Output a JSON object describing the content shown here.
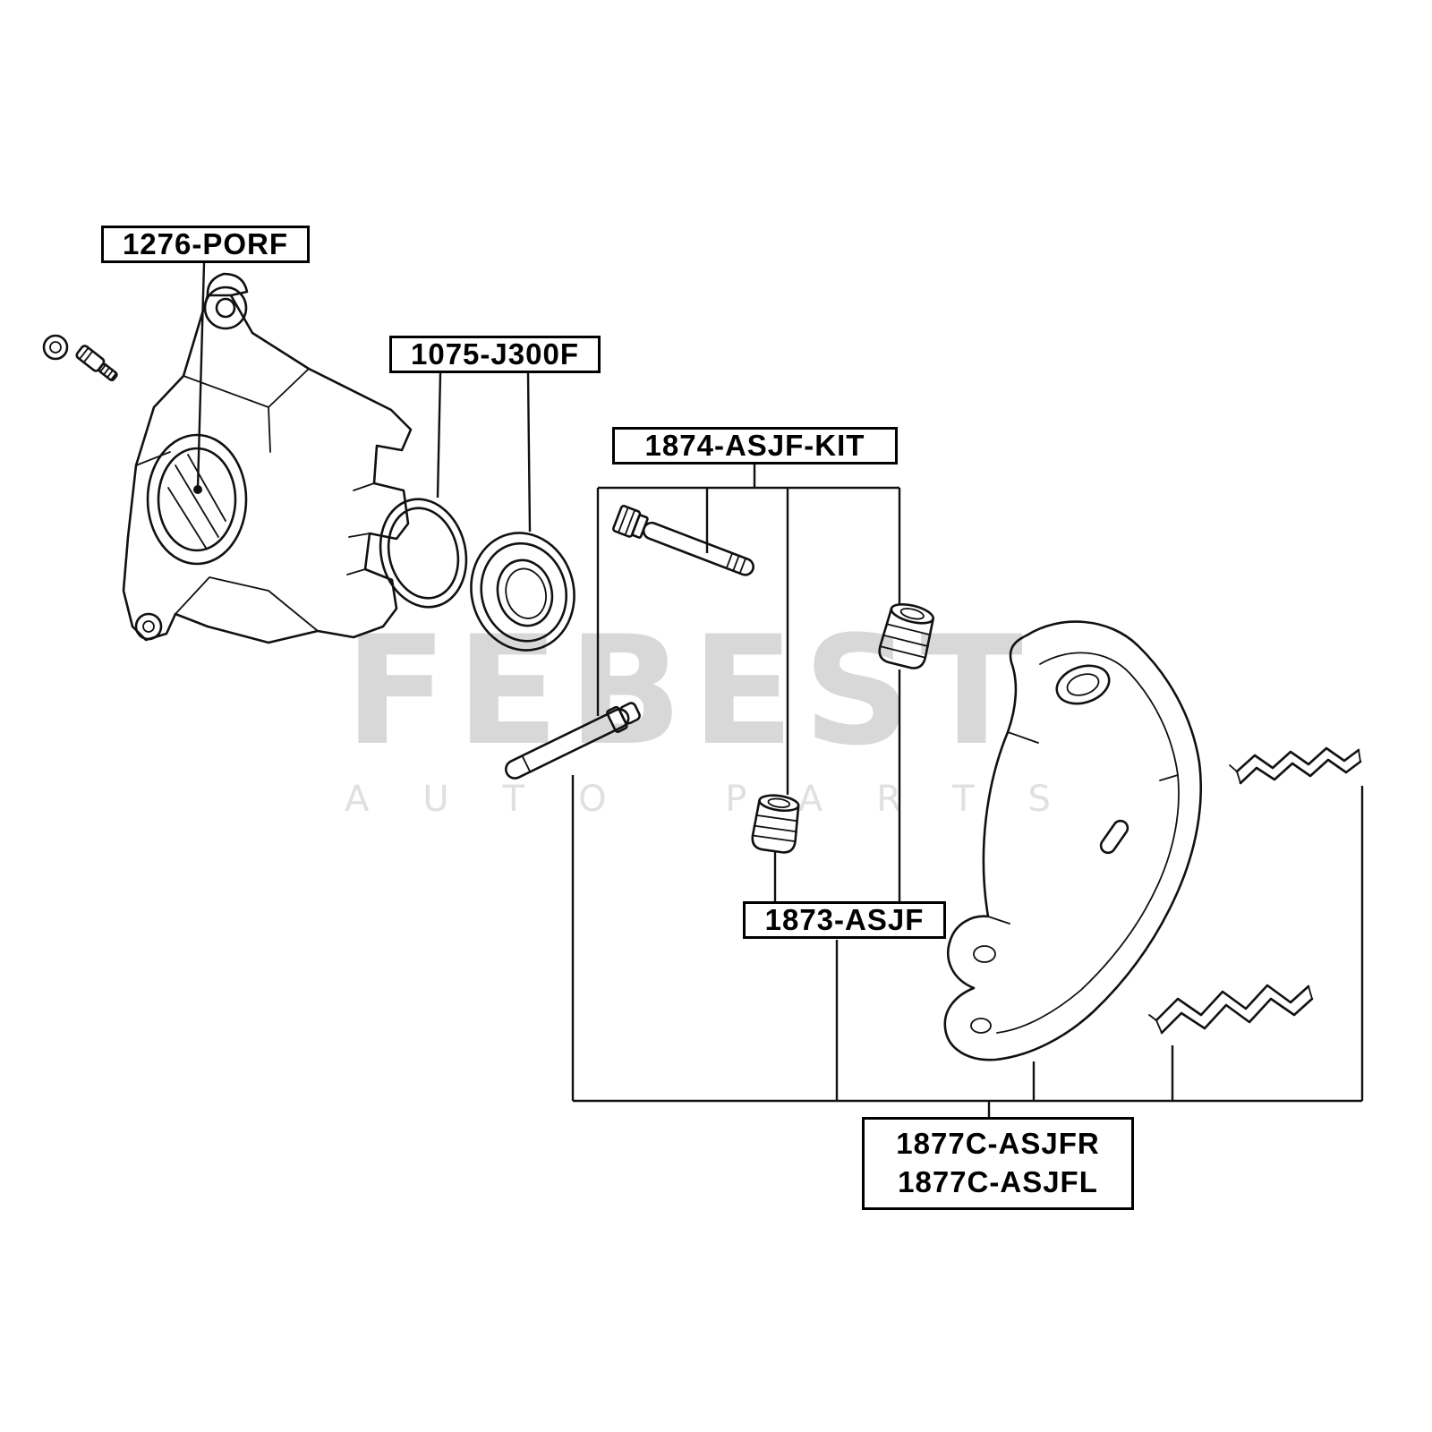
{
  "page": {
    "background": "#ffffff",
    "line_color": "#111111"
  },
  "watermark": {
    "brand": "FEBEST",
    "subtitle": "AUTO PARTS",
    "brand_color": "#d8d8d8",
    "subtitle_color": "#e0e0e0"
  },
  "labels": {
    "caliper_assembly": "1276-PORF",
    "cylinder_kit": "1075-J300F",
    "pin_kit": "1874-ASJF-KIT",
    "pin_boot": "1873-ASJF",
    "bracket_right": "1877C-ASJFR",
    "bracket_left": "1877C-ASJFL"
  }
}
